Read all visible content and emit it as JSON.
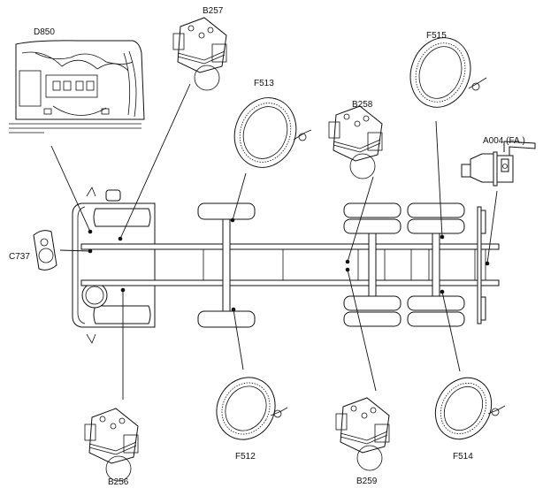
{
  "diagram": {
    "title": "",
    "labels": {
      "D850": "D850",
      "B257": "B257",
      "F513": "F513",
      "B258": "B258",
      "F515": "F515",
      "A004": "A004 (FA.)",
      "C737": "C737",
      "B256": "B256",
      "F512": "F512",
      "B259": "B259",
      "F514": "F514"
    },
    "components": [
      {
        "id": "D850",
        "kind": "electronic-control-unit-compartment"
      },
      {
        "id": "B257",
        "kind": "brake-modulator-valve"
      },
      {
        "id": "F513",
        "kind": "abs-sensor-ring"
      },
      {
        "id": "B258",
        "kind": "brake-modulator-valve"
      },
      {
        "id": "F515",
        "kind": "abs-sensor-ring"
      },
      {
        "id": "A004",
        "kind": "trailer-connector-solenoid"
      },
      {
        "id": "C737",
        "kind": "switch"
      },
      {
        "id": "B256",
        "kind": "brake-modulator-valve"
      },
      {
        "id": "F512",
        "kind": "abs-sensor-ring"
      },
      {
        "id": "B259",
        "kind": "brake-modulator-valve"
      },
      {
        "id": "F514",
        "kind": "abs-sensor-ring"
      }
    ]
  }
}
